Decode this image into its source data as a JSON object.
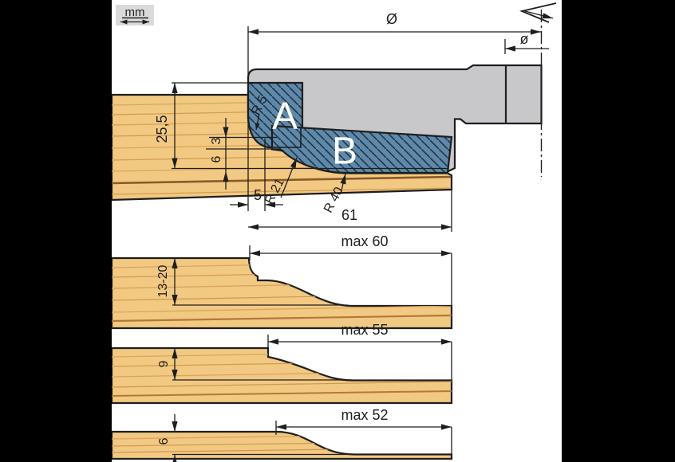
{
  "legend": {
    "units": "mm"
  },
  "colors": {
    "background": "#ffffff",
    "frame": "#000000",
    "wood": "#f2c982",
    "wood_grain": "#d7a35a",
    "wood_grain_dark": "#8a5a28",
    "cutter_blue": "#5d8aac",
    "body_gray": "#c8c8ca",
    "outline": "#1e1e1e",
    "badge_bg": "#dadada"
  },
  "cutter_diagram": {
    "labels": {
      "knife_a": "A",
      "knife_b": "B"
    },
    "dimensions": {
      "outer_diameter": "Ø",
      "bore_diameter": "ø",
      "cut_height": "25,5",
      "step_small": "3",
      "step_large": "6",
      "edge_offset": "5",
      "radius_small": "R 5",
      "radius_mid": "R 21",
      "radius_large": "R 40",
      "profile_width": "61"
    }
  },
  "profile_diagrams": [
    {
      "max_width": "max 60",
      "panel_thickness": "13-20"
    },
    {
      "max_width": "max 55",
      "panel_thickness": "9"
    },
    {
      "max_width": "max 52",
      "panel_thickness": "6"
    }
  ]
}
